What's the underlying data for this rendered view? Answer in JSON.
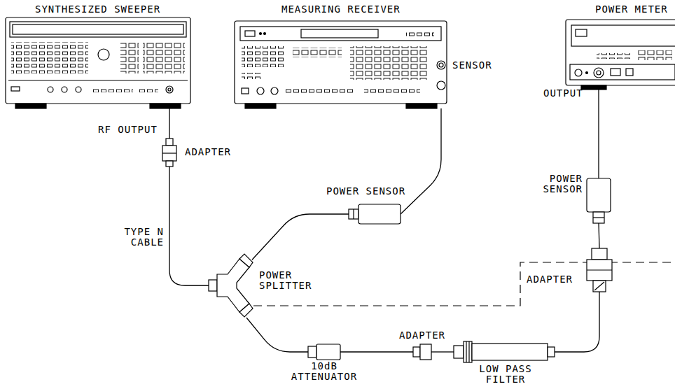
{
  "diagram": {
    "nodes": [
      {
        "text": [
          "SYNTHESIZED SWEEPER",
          "RF OUTPUT"
        ]
      },
      {
        "text": [
          "MEASURING RECEIVER",
          "SENSOR"
        ]
      },
      {
        "text": [
          "POWER METER",
          "OUTPUT"
        ]
      },
      {
        "text": [
          "ADAPTER"
        ]
      },
      {
        "text": [
          "POWER SENSOR"
        ]
      },
      {
        "text": [
          "POWER SENSOR"
        ]
      },
      {
        "text": [
          "POWER SPLITTER"
        ]
      },
      {
        "text": [
          "ADAPTER"
        ]
      },
      {
        "text": [
          "10dB ATTENUATOR"
        ]
      },
      {
        "text": [
          "ADAPTER"
        ]
      },
      {
        "text": [
          "LOW PASS FILTER"
        ]
      }
    ],
    "edges": [
      {
        "from": 0,
        "to": 3,
        "arrow": "none"
      },
      {
        "from": 3,
        "to": 6,
        "label": "TYPE N CABLE",
        "arrow": "none"
      },
      {
        "from": 6,
        "to": 4,
        "arrow": "none"
      },
      {
        "from": 4,
        "to": 1,
        "arrow": "none"
      },
      {
        "from": 2,
        "to": 5,
        "arrow": "none"
      },
      {
        "from": 5,
        "to": 7,
        "arrow": "none"
      },
      {
        "from": 6,
        "to": 8,
        "arrow": "none"
      },
      {
        "from": 8,
        "to": 9,
        "arrow": "none"
      },
      {
        "from": 9,
        "to": 10,
        "arrow": "none"
      },
      {
        "from": 10,
        "to": 7,
        "arrow": "none"
      }
    ]
  }
}
